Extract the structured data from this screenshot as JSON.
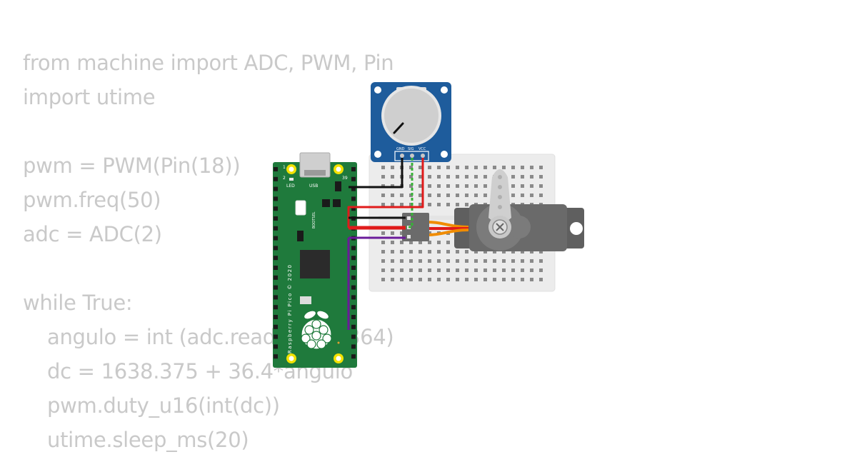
{
  "code": {
    "lines": [
      {
        "text": "from machine import ADC, PWM, Pin",
        "indent": 0
      },
      {
        "text": "import utime",
        "indent": 0
      },
      {
        "text": "",
        "indent": 0
      },
      {
        "text": "pwm = PWM(Pin(18))",
        "indent": 0
      },
      {
        "text": "pwm.freq(50)",
        "indent": 0
      },
      {
        "text": "adc = ADC(2)",
        "indent": 0
      },
      {
        "text": "",
        "indent": 0
      },
      {
        "text": "while True:",
        "indent": 0
      },
      {
        "text": "angulo = int (adc.read_u16()/364)",
        "indent": 1
      },
      {
        "text": "dc = 1638.375 + 36.4*angulo",
        "indent": 1
      },
      {
        "text": "pwm.duty_u16(int(dc))",
        "indent": 1
      },
      {
        "text": "utime.sleep_ms(20)",
        "indent": 1
      }
    ]
  },
  "pico": {
    "usb_label": "USB",
    "led_label": "LED",
    "pin1": "1",
    "pin2": "2",
    "pin39": "39",
    "board_name": "Raspberry Pi Pico © 2020",
    "bootsel": "BOOTSEL"
  },
  "potentiometer": {
    "gnd": "GND",
    "sig": "SIG",
    "vcc": "VCC"
  },
  "colors": {
    "pcb": "#1f7a3c",
    "pot_board": "#1e5c9c",
    "servo": "#5f5f5f",
    "wire_red": "#e01b1b",
    "wire_black": "#111111",
    "wire_green": "#36b336",
    "wire_purple": "#6a1b9a",
    "wire_orange": "#f08c00"
  }
}
